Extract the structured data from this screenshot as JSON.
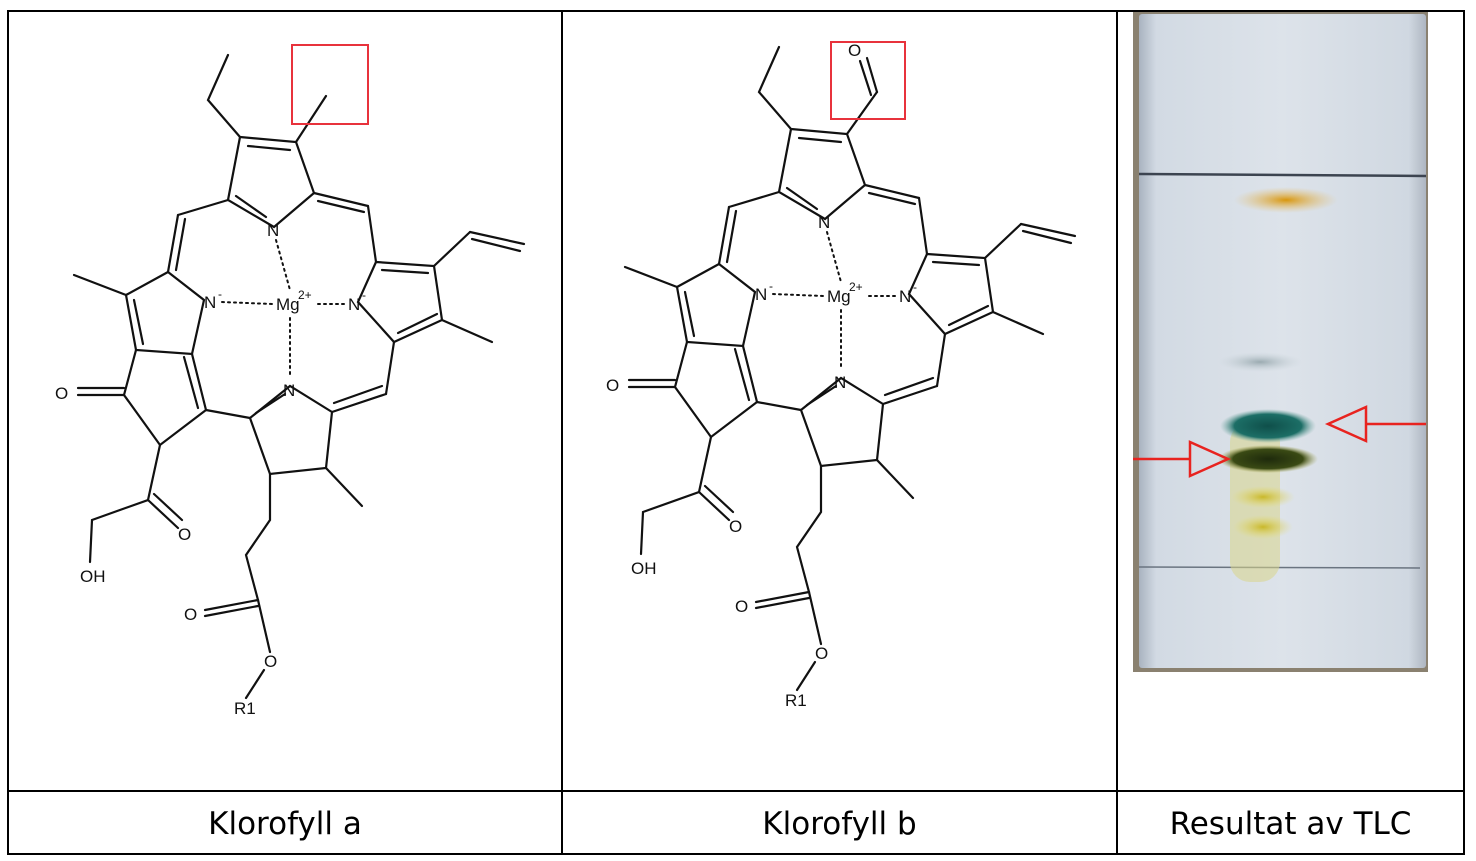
{
  "columns": [
    {
      "caption": "Klorofyll a",
      "molecule": {
        "atoms": {
          "n": "N",
          "n_minus": "N",
          "charge_minus": "-",
          "mg": "Mg",
          "mg_charge": "2+",
          "o": "O",
          "oh": "OH",
          "r1": "R1"
        },
        "highlight_color": "#e8323c"
      }
    },
    {
      "caption": "Klorofyll b",
      "molecule": {
        "atoms": {
          "n": "N",
          "n_minus": "N",
          "charge_minus": "-",
          "mg": "Mg",
          "mg_charge": "2+",
          "o": "O",
          "oh": "OH",
          "r1": "R1"
        },
        "highlight_color": "#e8323c"
      }
    },
    {
      "caption": "Resultat av TLC",
      "tlc": {
        "arrow_color": "#e8231f",
        "band_colors": [
          "#e0a010",
          "#9aaab0",
          "#0f5c55",
          "#2b3a10",
          "#d6c63a",
          "#e6dc6a"
        ]
      }
    }
  ]
}
